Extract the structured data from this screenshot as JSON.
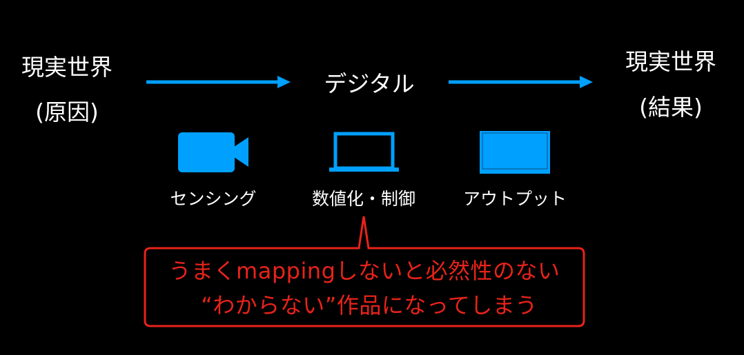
{
  "left": {
    "title": "現実世界",
    "subtitle": "(原因)"
  },
  "center": {
    "title": "デジタル"
  },
  "right": {
    "title": "現実世界",
    "subtitle": "(結果)"
  },
  "stages": [
    {
      "icon": "video-camera-icon",
      "label": "センシング"
    },
    {
      "icon": "laptop-icon",
      "label": "数値化・制御"
    },
    {
      "icon": "monitor-icon",
      "label": "アウトプット"
    }
  ],
  "callout": {
    "line1": "うまくmappingしないと必然性のない",
    "line2": "“わからない”作品になってしまう"
  },
  "colors": {
    "accent": "#00a0ff",
    "warning": "#e8231a",
    "background": "#000000"
  }
}
